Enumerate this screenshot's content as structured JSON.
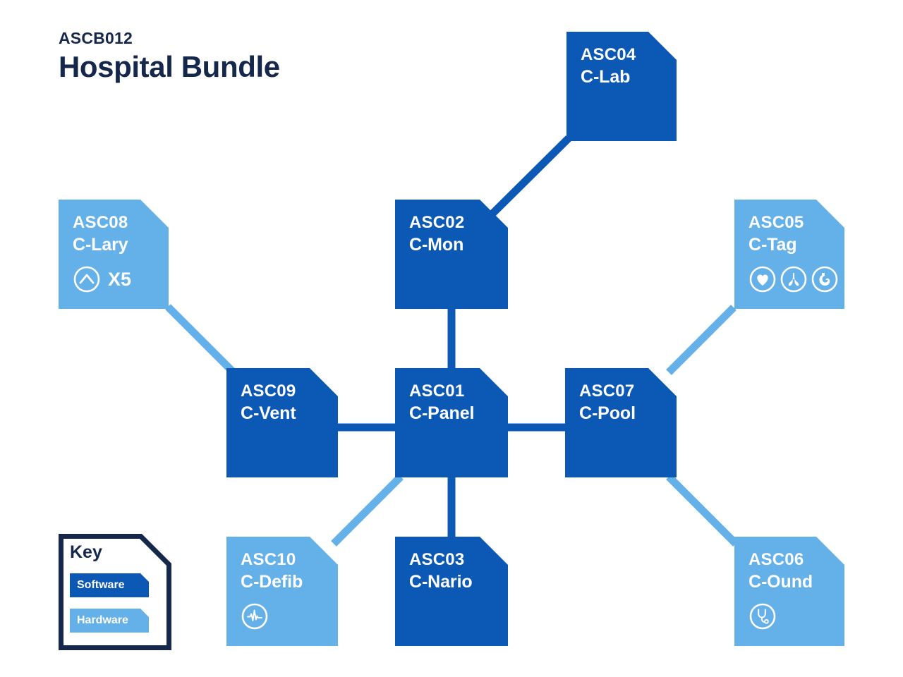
{
  "header": {
    "code": "ASCB012",
    "title": "Hospital Bundle"
  },
  "colors": {
    "software": "#0b59b5",
    "hardware": "#64b0e8",
    "text_dark": "#15284b",
    "background": "#ffffff"
  },
  "key": {
    "title": "Key",
    "items": [
      {
        "label": "Software",
        "color": "#0b59b5"
      },
      {
        "label": "Hardware",
        "color": "#64b0e8"
      }
    ]
  },
  "nodes": [
    {
      "id": "ASC04",
      "name": "C-Lab",
      "type": "software",
      "icons": [],
      "quantity": ""
    },
    {
      "id": "ASC08",
      "name": "C-Lary",
      "type": "hardware",
      "icons": [
        "chevron-circle-icon"
      ],
      "quantity": "X5"
    },
    {
      "id": "ASC02",
      "name": "C-Mon",
      "type": "software",
      "icons": [],
      "quantity": ""
    },
    {
      "id": "ASC05",
      "name": "C-Tag",
      "type": "hardware",
      "icons": [
        "heart-circle-icon",
        "lungs-circle-icon",
        "stomach-circle-icon"
      ],
      "quantity": ""
    },
    {
      "id": "ASC09",
      "name": "C-Vent",
      "type": "software",
      "icons": [],
      "quantity": ""
    },
    {
      "id": "ASC01",
      "name": "C-Panel",
      "type": "software",
      "icons": [],
      "quantity": ""
    },
    {
      "id": "ASC07",
      "name": "C-Pool",
      "type": "software",
      "icons": [],
      "quantity": ""
    },
    {
      "id": "ASC10",
      "name": "C-Defib",
      "type": "hardware",
      "icons": [
        "ecg-circle-icon"
      ],
      "quantity": ""
    },
    {
      "id": "ASC03",
      "name": "C-Nario",
      "type": "software",
      "icons": [],
      "quantity": ""
    },
    {
      "id": "ASC06",
      "name": "C-Ound",
      "type": "hardware",
      "icons": [
        "stethoscope-circle-icon"
      ],
      "quantity": ""
    }
  ],
  "connections": [
    {
      "from": "ASC02",
      "to": "ASC04",
      "color": "#0b59b5"
    },
    {
      "from": "ASC01",
      "to": "ASC02",
      "color": "#0b59b5"
    },
    {
      "from": "ASC08",
      "to": "ASC09",
      "color": "#64b0e8"
    },
    {
      "from": "ASC09",
      "to": "ASC01",
      "color": "#0b59b5"
    },
    {
      "from": "ASC01",
      "to": "ASC07",
      "color": "#0b59b5"
    },
    {
      "from": "ASC07",
      "to": "ASC05",
      "color": "#64b0e8"
    },
    {
      "from": "ASC07",
      "to": "ASC06",
      "color": "#64b0e8"
    },
    {
      "from": "ASC01",
      "to": "ASC10",
      "color": "#64b0e8"
    },
    {
      "from": "ASC01",
      "to": "ASC03",
      "color": "#0b59b5"
    }
  ]
}
